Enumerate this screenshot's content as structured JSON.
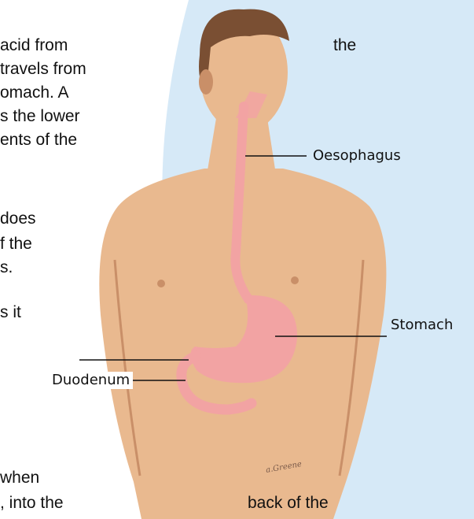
{
  "colors": {
    "panel": "#cfe5f6",
    "skin": "#e9b98f",
    "skin_shadow": "#c98f68",
    "hair": "#7a4f33",
    "organ": "#f2a3a3",
    "organ_edge": "#d77a7a",
    "leader_line": "#111111"
  },
  "text_fragments": {
    "line1": "acid from",
    "line1_right": "the",
    "line2": "travels from",
    "line3": "omach.  A",
    "line4": "s the lower",
    "line5": "ents of the",
    "line6": "does",
    "line7": "f the",
    "line8": "s.",
    "line9": "s it",
    "line10": "when",
    "line11": ", into the",
    "line11_right": "back of the"
  },
  "labels": {
    "oesophagus": "Oesophagus",
    "stomach": "Stomach",
    "duodenum": "Duodenum"
  },
  "signature": "a.Greene"
}
